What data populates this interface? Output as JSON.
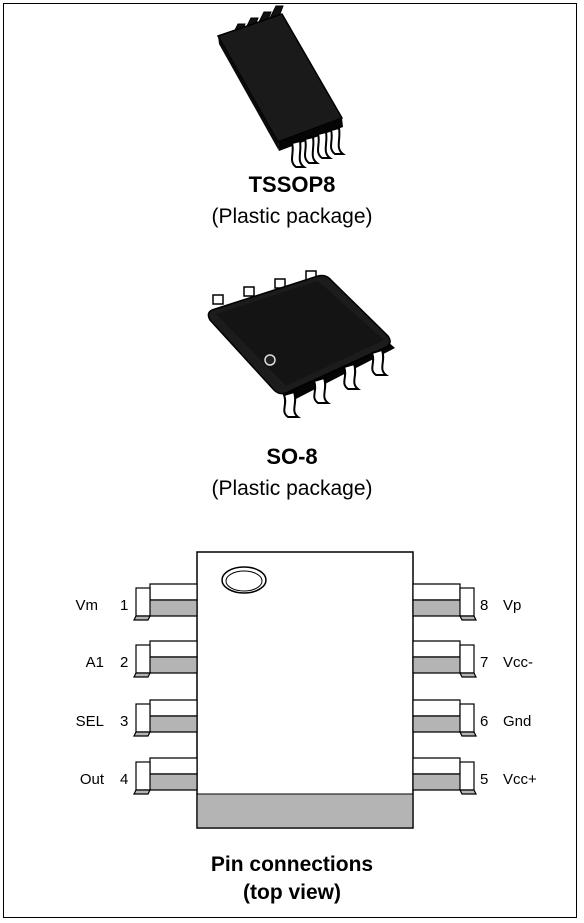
{
  "packages": [
    {
      "name": "TSSOP8",
      "type": "(Plastic package)"
    },
    {
      "name": "SO-8",
      "type": "(Plastic package)"
    }
  ],
  "pinout": {
    "caption_line1": "Pin connections",
    "caption_line2": "(top view)",
    "left_pins": [
      {
        "num": "1",
        "name": "Vm"
      },
      {
        "num": "2",
        "name": "A1"
      },
      {
        "num": "3",
        "name": "SEL"
      },
      {
        "num": "4",
        "name": "Out"
      }
    ],
    "right_pins": [
      {
        "num": "8",
        "name": "Vp"
      },
      {
        "num": "7",
        "name": "Vcc-"
      },
      {
        "num": "6",
        "name": "Gnd"
      },
      {
        "num": "5",
        "name": "Vcc+"
      }
    ]
  },
  "colors": {
    "chip_body": "#0d0d0d",
    "pin_shade": "#b4b4b4",
    "outline": "#000000"
  }
}
